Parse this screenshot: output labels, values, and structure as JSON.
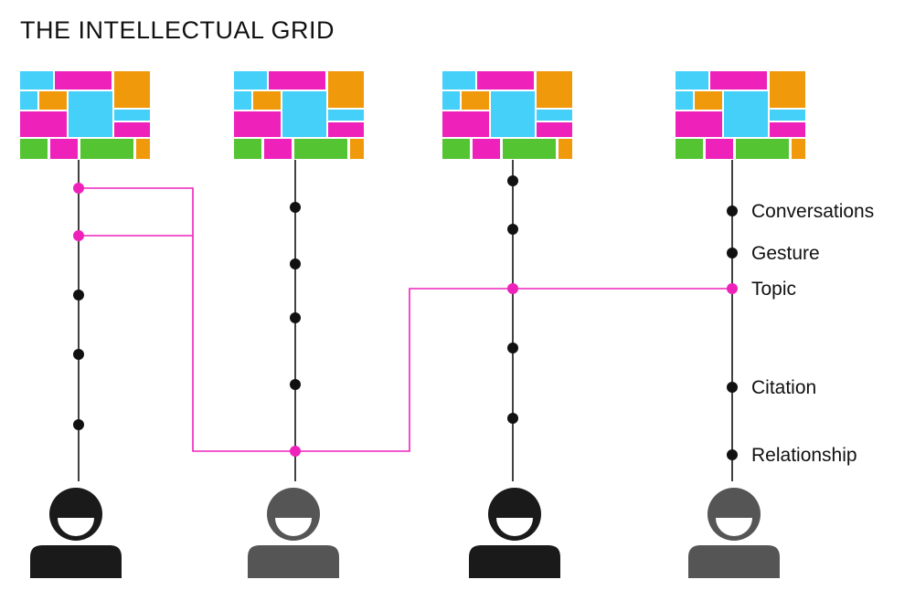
{
  "title": "THE INTELLECTUAL GRID",
  "colors": {
    "cyan": "#44d0f8",
    "magenta": "#ee22bb",
    "orange": "#f0990a",
    "green": "#55c433",
    "line": "#111111",
    "connection": "#ee22bb",
    "person_dark": "#1a1a1a",
    "person_gray": "#555555"
  },
  "columns": [
    {
      "person_shade": "dark"
    },
    {
      "person_shade": "gray"
    },
    {
      "person_shade": "dark"
    },
    {
      "person_shade": "gray"
    }
  ],
  "labels": [
    "Conversations",
    "Gesture",
    "Topic",
    "Citation",
    "Relationship"
  ],
  "icons": {
    "tile": "colored-block-grid-icon",
    "person": "person-icon",
    "node": "node-dot"
  }
}
